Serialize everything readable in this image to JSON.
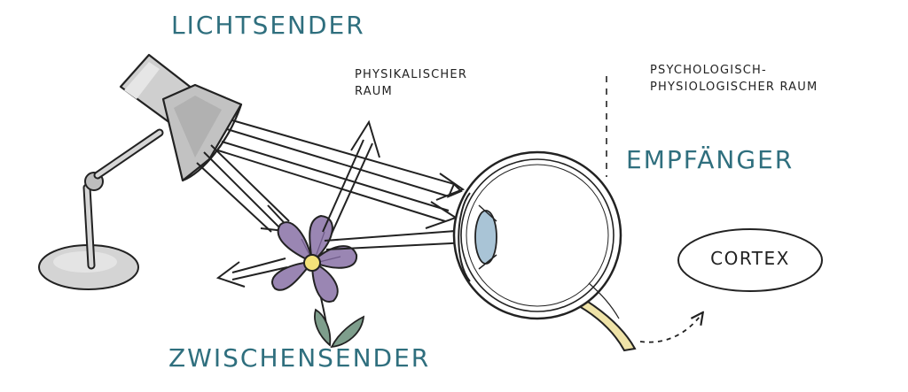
{
  "labels": {
    "light_source": "LICHTSENDER",
    "intermediate_source": "ZWISCHENSENDER",
    "receiver": "EMPFÄNGER",
    "physical_space": [
      "PHYSIKALISCHER",
      "RAUM"
    ],
    "psych_space": [
      "PSYCHOLOGISCH-",
      "PHYSIOLOGISCHER RAUM"
    ],
    "cortex": "CORTEX"
  },
  "colors": {
    "heading": "#2f6f7e",
    "ink": "#222222",
    "lamp_grey": "#cfcfcf",
    "lamp_shadow": "#a9a9a9",
    "flower_petal": "#9a86b3",
    "flower_center": "#f3e27a",
    "leaf": "#7e9e8c",
    "iris": "#a9c4d6",
    "optic_nerve": "#efe3a8"
  },
  "icons": [
    "desk-lamp-icon",
    "flower-icon",
    "eye-icon"
  ]
}
